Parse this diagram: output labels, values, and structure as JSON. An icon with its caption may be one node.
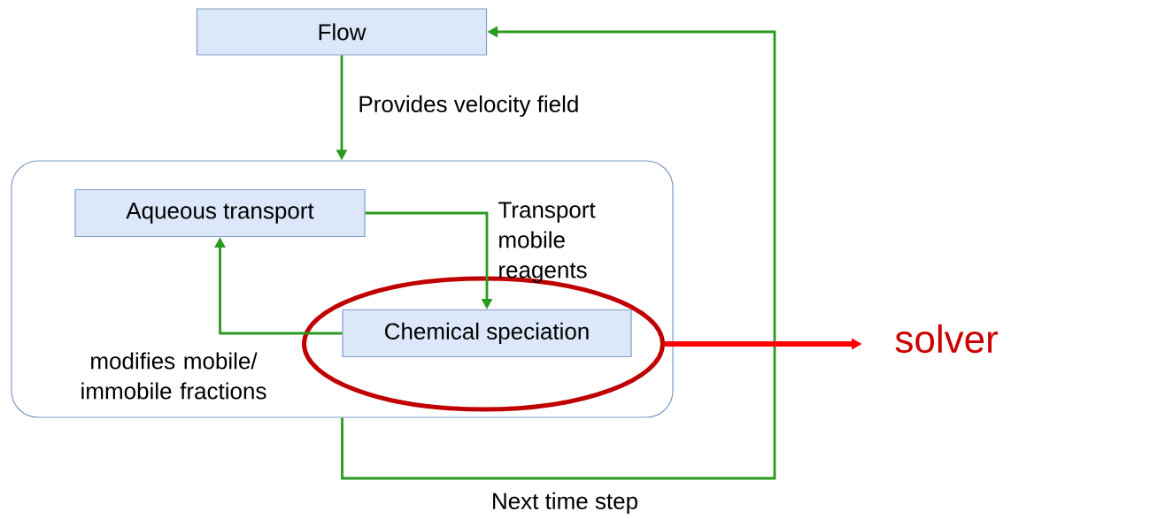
{
  "diagram": {
    "nodes": [
      {
        "text": [
          "Flow"
        ]
      },
      {
        "text": [],
        "shape": "box"
      },
      {
        "text": [
          "Aqueous transport"
        ],
        "in": 1
      },
      {
        "text": [],
        "shape": "ellipse",
        "in": 1
      },
      {
        "text": [
          "Chemical speciation"
        ],
        "in": 3
      },
      {
        "text": [
          "solver"
        ]
      }
    ],
    "edges": [
      {
        "from": 0,
        "to": 1,
        "arrow": "to",
        "label": "Provides velocity field"
      },
      {
        "from": 2,
        "to": 4,
        "arrow": "to",
        "label": "Transport mobile reagents"
      },
      {
        "from": 4,
        "to": 2,
        "arrow": "to",
        "label": "modifies mobile/ immobile fractions"
      },
      {
        "from": 1,
        "to": 0,
        "arrow": "to",
        "label": "Next time step"
      },
      {
        "from": 3,
        "to": 5,
        "arrow": "to",
        "style": "thick",
        "color": "#ff0000"
      }
    ]
  }
}
